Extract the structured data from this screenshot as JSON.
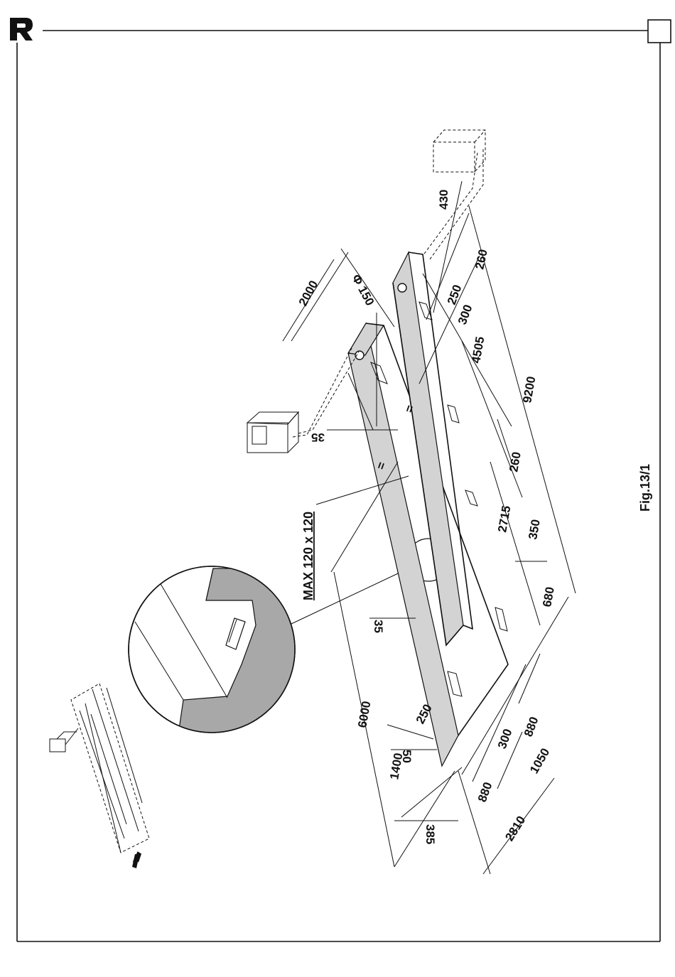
{
  "figure": {
    "label": "Fig.13/1",
    "note_max": "MAX 120 x 120",
    "diameter_label": "Φ 150",
    "dimensions": {
      "d2000": "2000",
      "d430": "430",
      "d260a": "260",
      "d250a": "250",
      "d300a": "300",
      "d4505": "4505",
      "d9200": "9200",
      "d35a": "35",
      "d260b": "260",
      "d2715": "2715",
      "d350": "350",
      "d680": "680",
      "d35b": "35",
      "d6000": "6000",
      "d250b": "250",
      "d50": "50",
      "d1400": "1400",
      "d300b": "300",
      "d880a": "880",
      "d1050": "1050",
      "d880b": "880",
      "d385": "385",
      "d2810": "2810",
      "eq1": "=",
      "eq2": "="
    }
  },
  "colors": {
    "ink": "#111111",
    "pit_fill": "#d3d3d3",
    "zoom_fill": "#a8a8a8"
  },
  "icons": [
    "brand-logo-icon",
    "arrow-icon"
  ]
}
